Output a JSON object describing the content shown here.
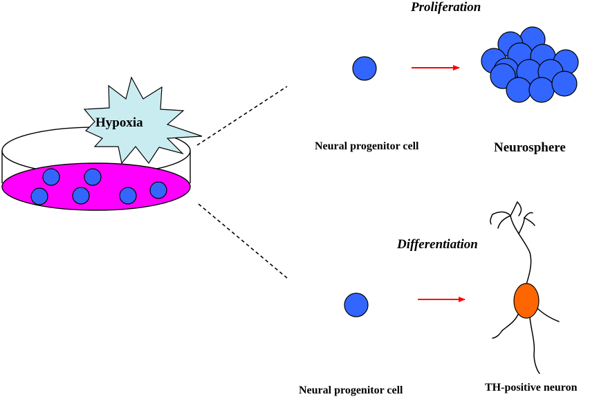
{
  "hypoxia_label": "Hypoxia",
  "top_pathway": {
    "title": "Proliferation",
    "source_label": "Neural progenitor cell",
    "result_label": "Neurosphere"
  },
  "bottom_pathway": {
    "title": "Differentiation",
    "source_label": "Neural progenitor cell",
    "result_label": "TH-positive neuron"
  },
  "colors": {
    "cell_blue": "#3366ff",
    "dish_medium": "#ff00ff",
    "starburst": "#c9ecf1",
    "arrow": "#ff0000",
    "neuron_body": "#ff6600"
  },
  "icons": [
    "petri-dish-icon",
    "starburst-icon",
    "cell-icon",
    "arrow-icon",
    "neurosphere-icon",
    "neuron-icon"
  ]
}
